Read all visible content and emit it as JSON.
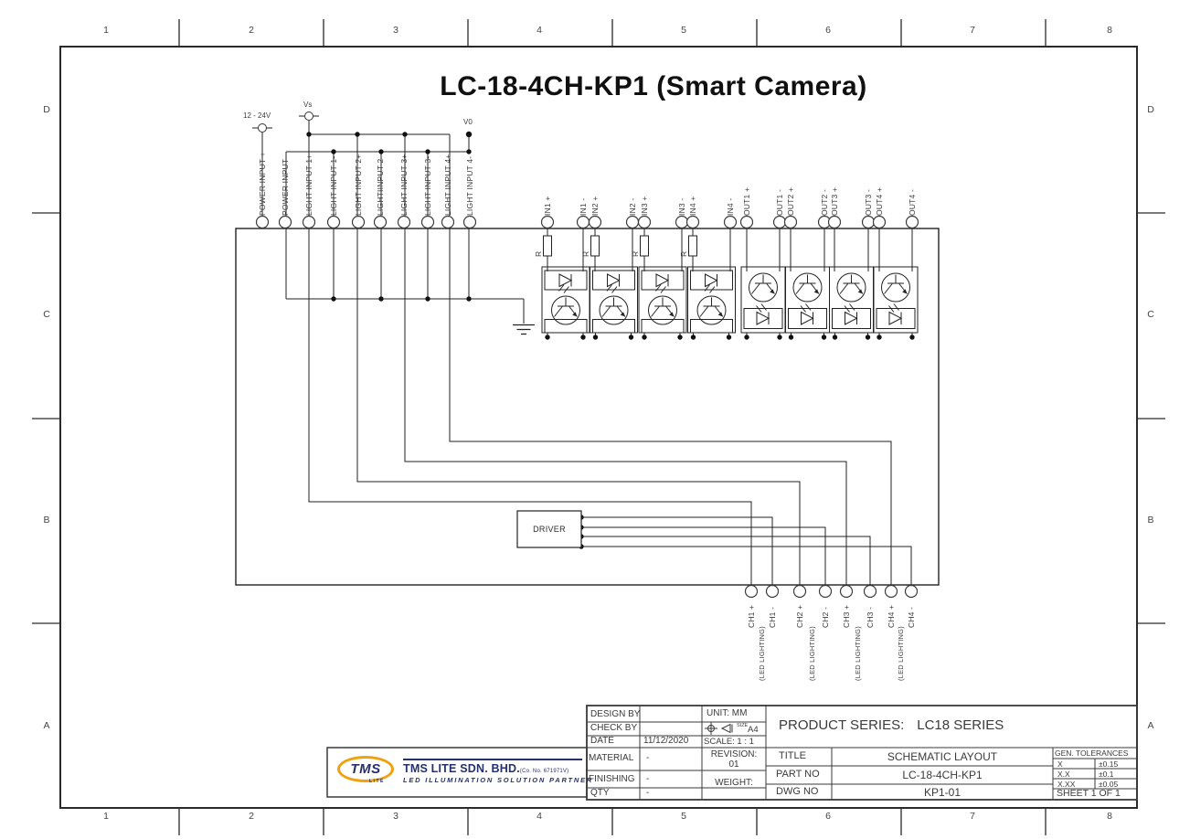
{
  "drawing": {
    "title": "LC-18-4CH-KP1 (Smart Camera)"
  },
  "border": {
    "columns": [
      "1",
      "2",
      "3",
      "4",
      "5",
      "6",
      "7",
      "8"
    ],
    "rows": [
      "D",
      "C",
      "B",
      "A"
    ]
  },
  "schematic": {
    "power_nodes": {
      "supply": "12 - 24V",
      "vs": "Vs",
      "v0": "V0"
    },
    "input_terminals": [
      "POWER INPUT +",
      "POWER INPUT -",
      "LIGHT INPUT 1+",
      "LIGHT INPUT 1-",
      "LIGHT INPUT 2+",
      "LIGHTIINPUT 2-",
      "LIGHT INPUT 3+",
      "LIGHT INPUT 3-",
      "LIGHT INPUT 4+",
      "LIGHT INPUT 4-"
    ],
    "io_terminals": [
      "IN1 +",
      "IN1 -",
      "IN2 +",
      "IN2 -",
      "IN3 +",
      "IN3 -",
      "IN4 +",
      "IN4 -",
      "OUT1 +",
      "OUT1 -",
      "OUT2 +",
      "OUT2 -",
      "OUT3 +",
      "OUT3 -",
      "OUT4 +",
      "OUT4 -"
    ],
    "resistor_label": "R",
    "driver_label": "DRIVER",
    "channel_terminals": [
      "CH1 +",
      "CH1 -",
      "CH2 +",
      "CH2 -",
      "CH3 +",
      "CH3 -",
      "CH4 +",
      "CH4 -"
    ],
    "led_lighting_label": "(LED LIGHTING)"
  },
  "title_block": {
    "design_by_label": "DESIGN BY",
    "check_by_label": "CHECK BY",
    "date_label": "DATE",
    "date_value": "11/12/2020",
    "material_label": "MATERIAL",
    "material_value": "-",
    "finishing_label": "FINISHING",
    "finishing_value": "-",
    "qty_label": "QTY",
    "qty_value": "-",
    "unit_label": "UNIT:  MM",
    "size_label": "SIZE",
    "size_value": "A4",
    "scale_label": "SCALE: 1 : 1",
    "revision_label": "REVISION:",
    "revision_value": "01",
    "weight_label": "WEIGHT:",
    "product_series_label": "PRODUCT SERIES:",
    "product_series_value": "LC18 SERIES",
    "title_label": "TITLE",
    "title_value": "SCHEMATIC  LAYOUT",
    "part_no_label": "PART NO",
    "part_no_value": "LC-18-4CH-KP1",
    "dwg_no_label": "DWG NO",
    "dwg_no_value": "KP1-01",
    "tolerances": {
      "header": "GEN. TOLERANCES",
      "rows": [
        {
          "k": "X",
          "v": "±0.15"
        },
        {
          "k": "X.X",
          "v": "±0.1"
        },
        {
          "k": "X.XX",
          "v": "±0.05"
        }
      ]
    },
    "sheet_label": "SHEET 1 OF 1"
  },
  "logo": {
    "mark": "TMS",
    "mark_sub": "LITE",
    "company": "TMS LITE SDN. BHD.",
    "company_suffix": "(Co. No. 671971V)",
    "tagline": "LED ILLUMINATION SOLUTION PARTNER"
  }
}
